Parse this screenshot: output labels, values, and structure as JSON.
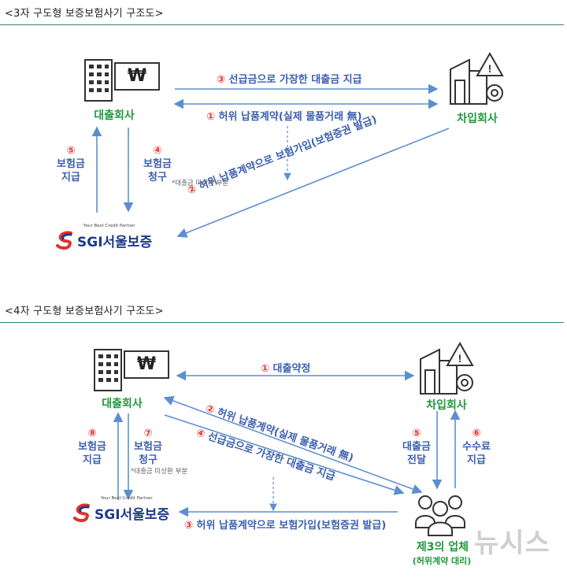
{
  "section1": {
    "title": "<3자 구도형 보증보험사기 구조도>",
    "nodes": {
      "lender": "대출회사",
      "borrower": "차입회사",
      "won_symbol": "₩"
    },
    "edges": {
      "e3": {
        "num": "③",
        "text": "선급금으로 가장한 대출금 지급"
      },
      "e1": {
        "num": "①",
        "text": "허위 납품계약(실제 물품거래 無)"
      },
      "e2": {
        "num": "②",
        "text": "허위 납품계약으로 보험가입(보험증권 발급)"
      },
      "e5": {
        "num": "⑤",
        "line1": "보험금",
        "line2": "지급"
      },
      "e4": {
        "num": "④",
        "line1": "보험금",
        "line2": "청구"
      },
      "note": "*대출금 미상환 부분"
    }
  },
  "section2": {
    "title": "<4자 구도형 보증보험사기 구조도>",
    "nodes": {
      "lender": "대출회사",
      "borrower": "차입회사",
      "third_party": "제3의 업체",
      "third_party_sub": "(허위계약 대리)",
      "won_symbol": "₩"
    },
    "edges": {
      "e1": {
        "num": "①",
        "text": "대출약정"
      },
      "e2": {
        "num": "②",
        "text": "허위 납품계약(실제 물품거래 無)"
      },
      "e4": {
        "num": "④",
        "text": "선급금으로 가장한 대출금 지급"
      },
      "e3": {
        "num": "③",
        "text": "허위 납품계약으로 보험가입(보험증권 발급)"
      },
      "e8": {
        "num": "⑧",
        "line1": "보험금",
        "line2": "지급"
      },
      "e7": {
        "num": "⑦",
        "line1": "보험금",
        "line2": "청구"
      },
      "e5": {
        "num": "⑤",
        "line1": "대출금",
        "line2": "전달"
      },
      "e6": {
        "num": "⑥",
        "line1": "수수료",
        "line2": "지급"
      },
      "note": "*대출금 미상환 부분"
    }
  },
  "insurer_logo": {
    "tagline": "Your Best Credit Partner",
    "name": "SGI서울보증"
  },
  "watermark": "뉴시스",
  "colors": {
    "accent_green": "#1f9a3c",
    "label_blue": "#3c5fb0",
    "number_red": "#e03030",
    "arrow_blue": "#5b8fd0",
    "rule_green": "#2e8b57"
  }
}
